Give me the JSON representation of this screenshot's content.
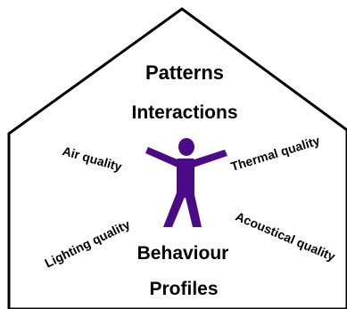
{
  "labels": {
    "patterns": "Patterns",
    "interactions": "Interactions",
    "air_quality": "Air quality",
    "thermal_quality": "Thermal quality",
    "lighting_quality": "Lighting quality",
    "acoustical_quality": "Acoustical quality",
    "behaviour": "Behaviour",
    "profiles": "Profiles"
  },
  "colors": {
    "outline": "#000000",
    "figure": "#4b0b86"
  }
}
